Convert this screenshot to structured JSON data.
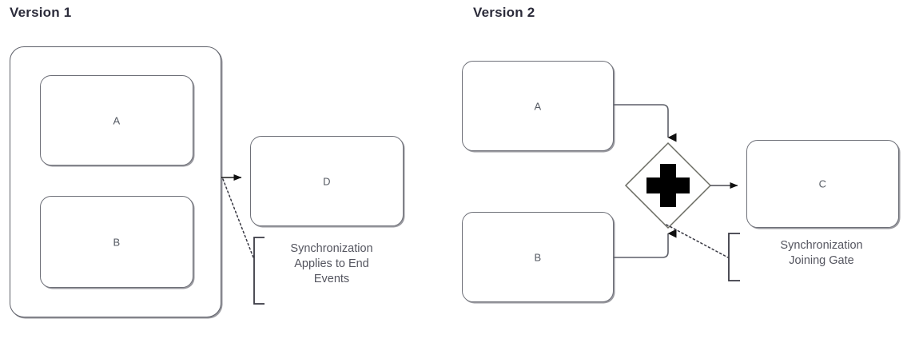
{
  "diagram": {
    "type": "bpmn-comparison",
    "background": "#ffffff",
    "line_color": "#5d5f68",
    "text_color": "#54555f",
    "title_color": "#2b2b3a"
  },
  "version1": {
    "title": "Version 1",
    "pool": {
      "name": "pool-container"
    },
    "tasks": [
      {
        "id": "v1-a",
        "label": "A"
      },
      {
        "id": "v1-b",
        "label": "B"
      },
      {
        "id": "v1-d",
        "label": "D"
      }
    ],
    "annotation": {
      "line1": "Synchronization",
      "line2": "Applies to End",
      "line3": "Events",
      "text": "Synchronization\nApplies to End\nEvents"
    }
  },
  "version2": {
    "title": "Version 2",
    "tasks": [
      {
        "id": "v2-a",
        "label": "A"
      },
      {
        "id": "v2-b",
        "label": "B"
      },
      {
        "id": "v2-c",
        "label": "C"
      }
    ],
    "gateway": {
      "kind": "parallel-gateway",
      "symbol": "+"
    },
    "annotation": {
      "line1": "Synchronization",
      "line2": "Joining Gate",
      "text": "Synchronization\nJoining Gate"
    }
  }
}
